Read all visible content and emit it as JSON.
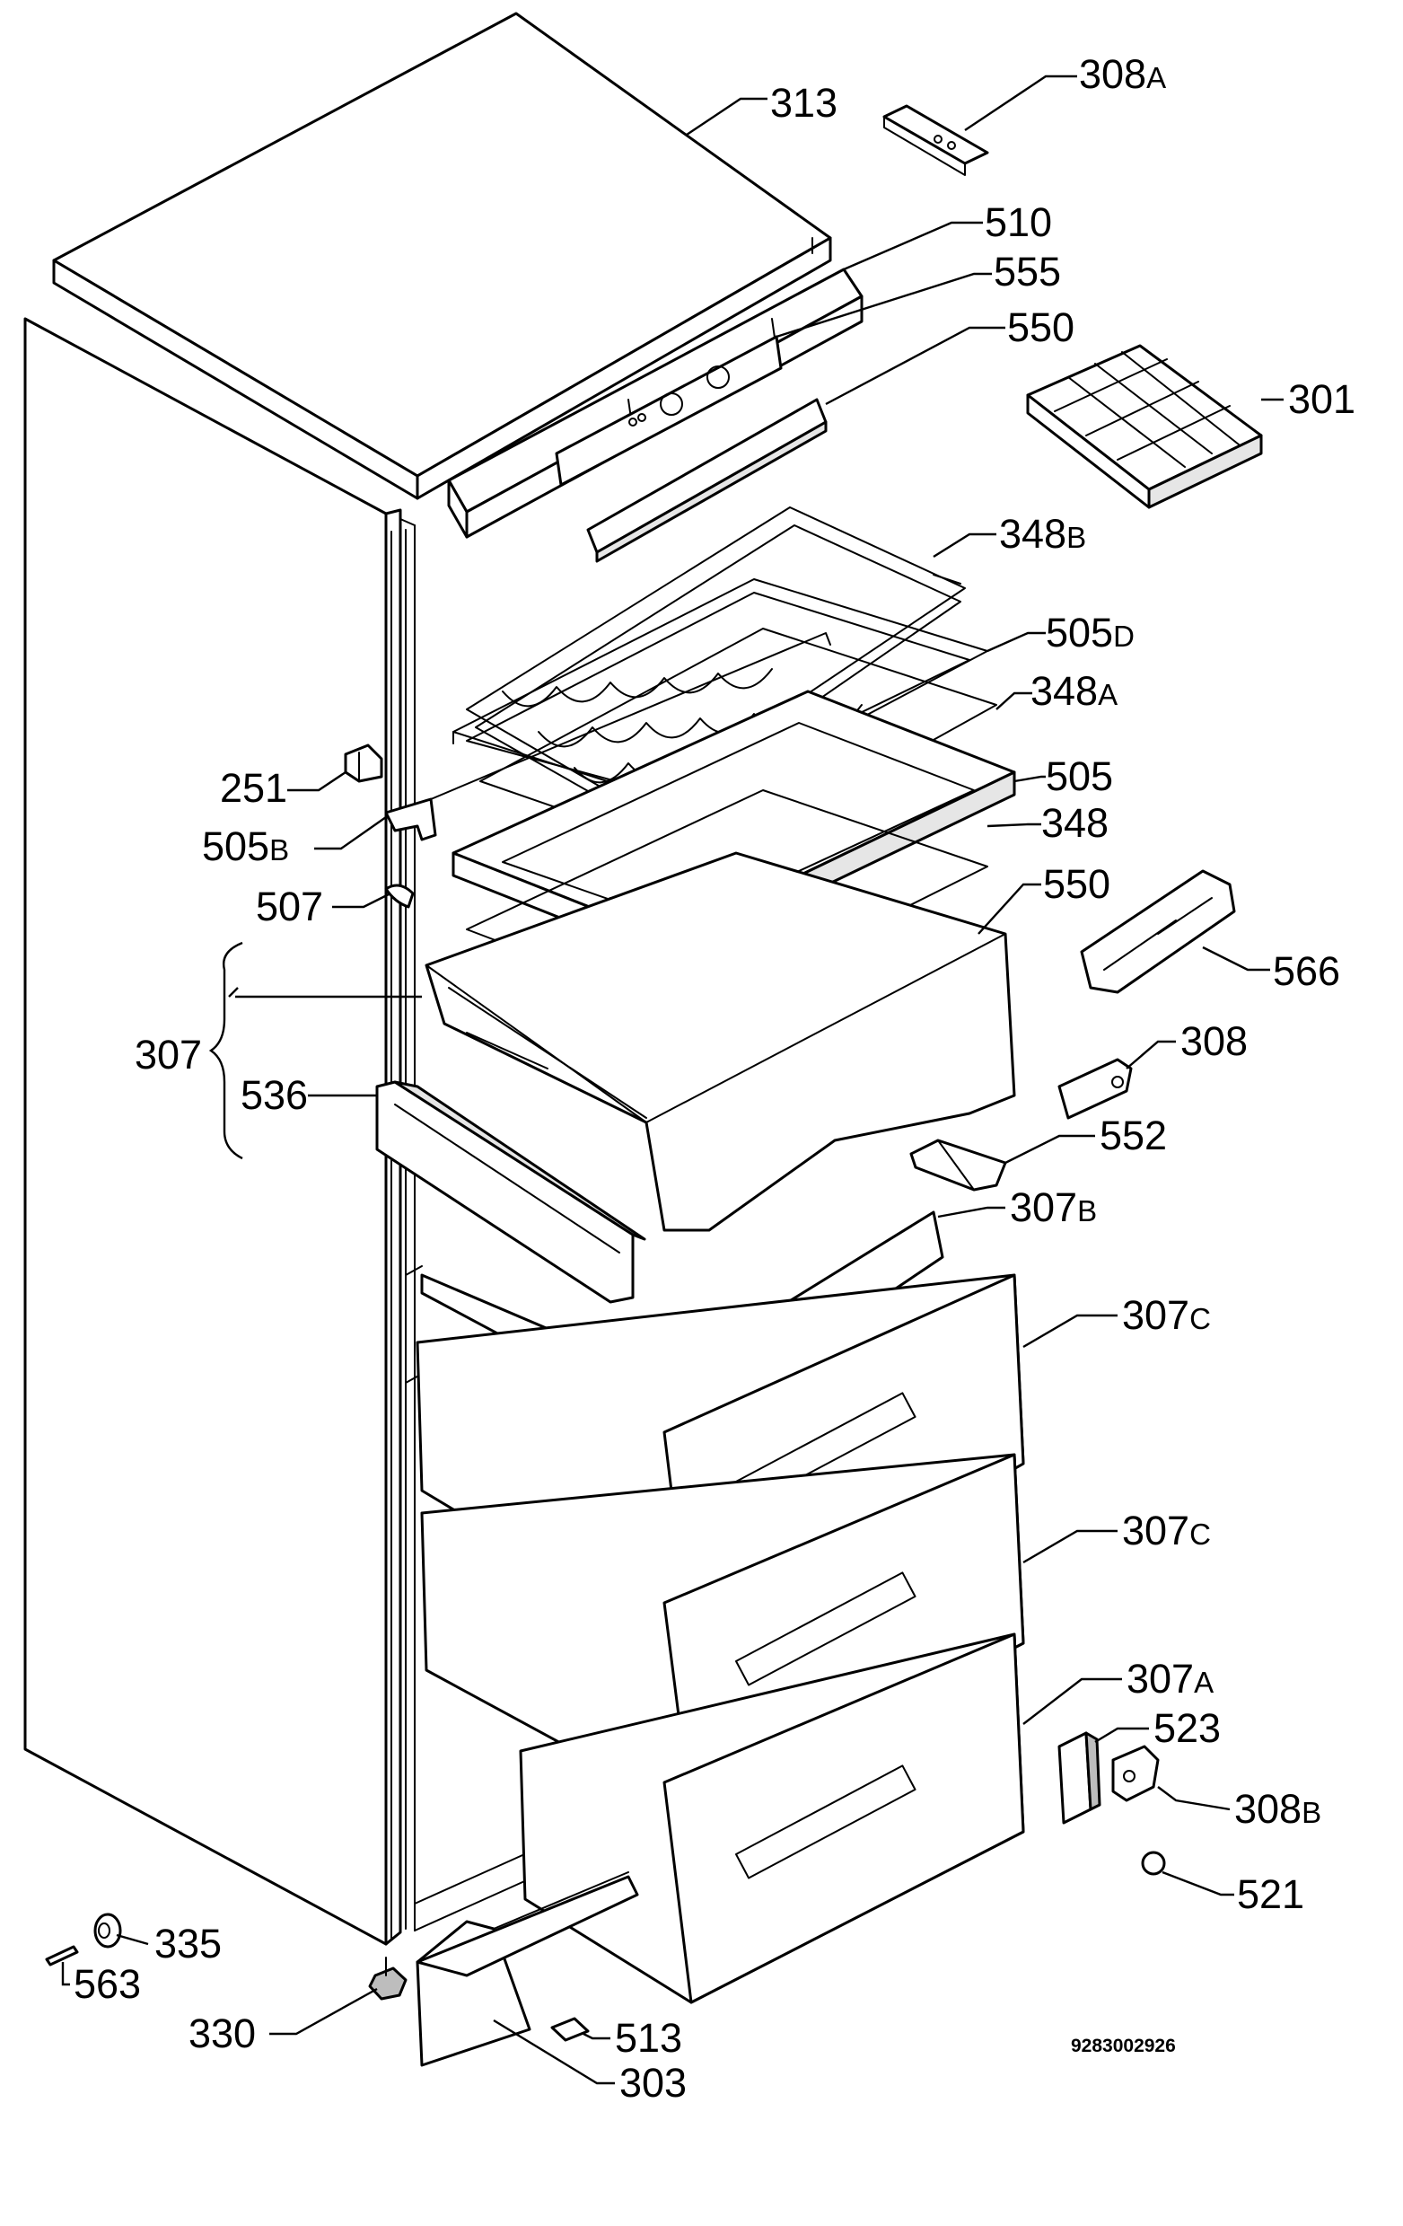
{
  "document_code": "9283002926",
  "labels": {
    "l313": {
      "num": "313",
      "suffix": ""
    },
    "l308a": {
      "num": "308",
      "suffix": "A"
    },
    "l510": {
      "num": "510",
      "suffix": ""
    },
    "l555": {
      "num": "555",
      "suffix": ""
    },
    "l550top": {
      "num": "550",
      "suffix": ""
    },
    "l301": {
      "num": "301",
      "suffix": ""
    },
    "l348b": {
      "num": "348",
      "suffix": "B"
    },
    "l505d": {
      "num": "505",
      "suffix": "D"
    },
    "l348a": {
      "num": "348",
      "suffix": "A"
    },
    "l251": {
      "num": "251",
      "suffix": ""
    },
    "l505b": {
      "num": "505",
      "suffix": "B"
    },
    "l505": {
      "num": "505",
      "suffix": ""
    },
    "l348": {
      "num": "348",
      "suffix": ""
    },
    "l507": {
      "num": "507",
      "suffix": ""
    },
    "l550mid": {
      "num": "550",
      "suffix": ""
    },
    "l566": {
      "num": "566",
      "suffix": ""
    },
    "l307": {
      "num": "307",
      "suffix": ""
    },
    "l308": {
      "num": "308",
      "suffix": ""
    },
    "l536": {
      "num": "536",
      "suffix": ""
    },
    "l552": {
      "num": "552",
      "suffix": ""
    },
    "l307b": {
      "num": "307",
      "suffix": "B"
    },
    "l307c1": {
      "num": "307",
      "suffix": "C"
    },
    "l307c2": {
      "num": "307",
      "suffix": "C"
    },
    "l307a": {
      "num": "307",
      "suffix": "A"
    },
    "l523": {
      "num": "523",
      "suffix": ""
    },
    "l308b": {
      "num": "308",
      "suffix": "B"
    },
    "l521": {
      "num": "521",
      "suffix": ""
    },
    "l335": {
      "num": "335",
      "suffix": ""
    },
    "l563": {
      "num": "563",
      "suffix": ""
    },
    "l330": {
      "num": "330",
      "suffix": ""
    },
    "l513": {
      "num": "513",
      "suffix": ""
    },
    "l303": {
      "num": "303",
      "suffix": ""
    }
  }
}
